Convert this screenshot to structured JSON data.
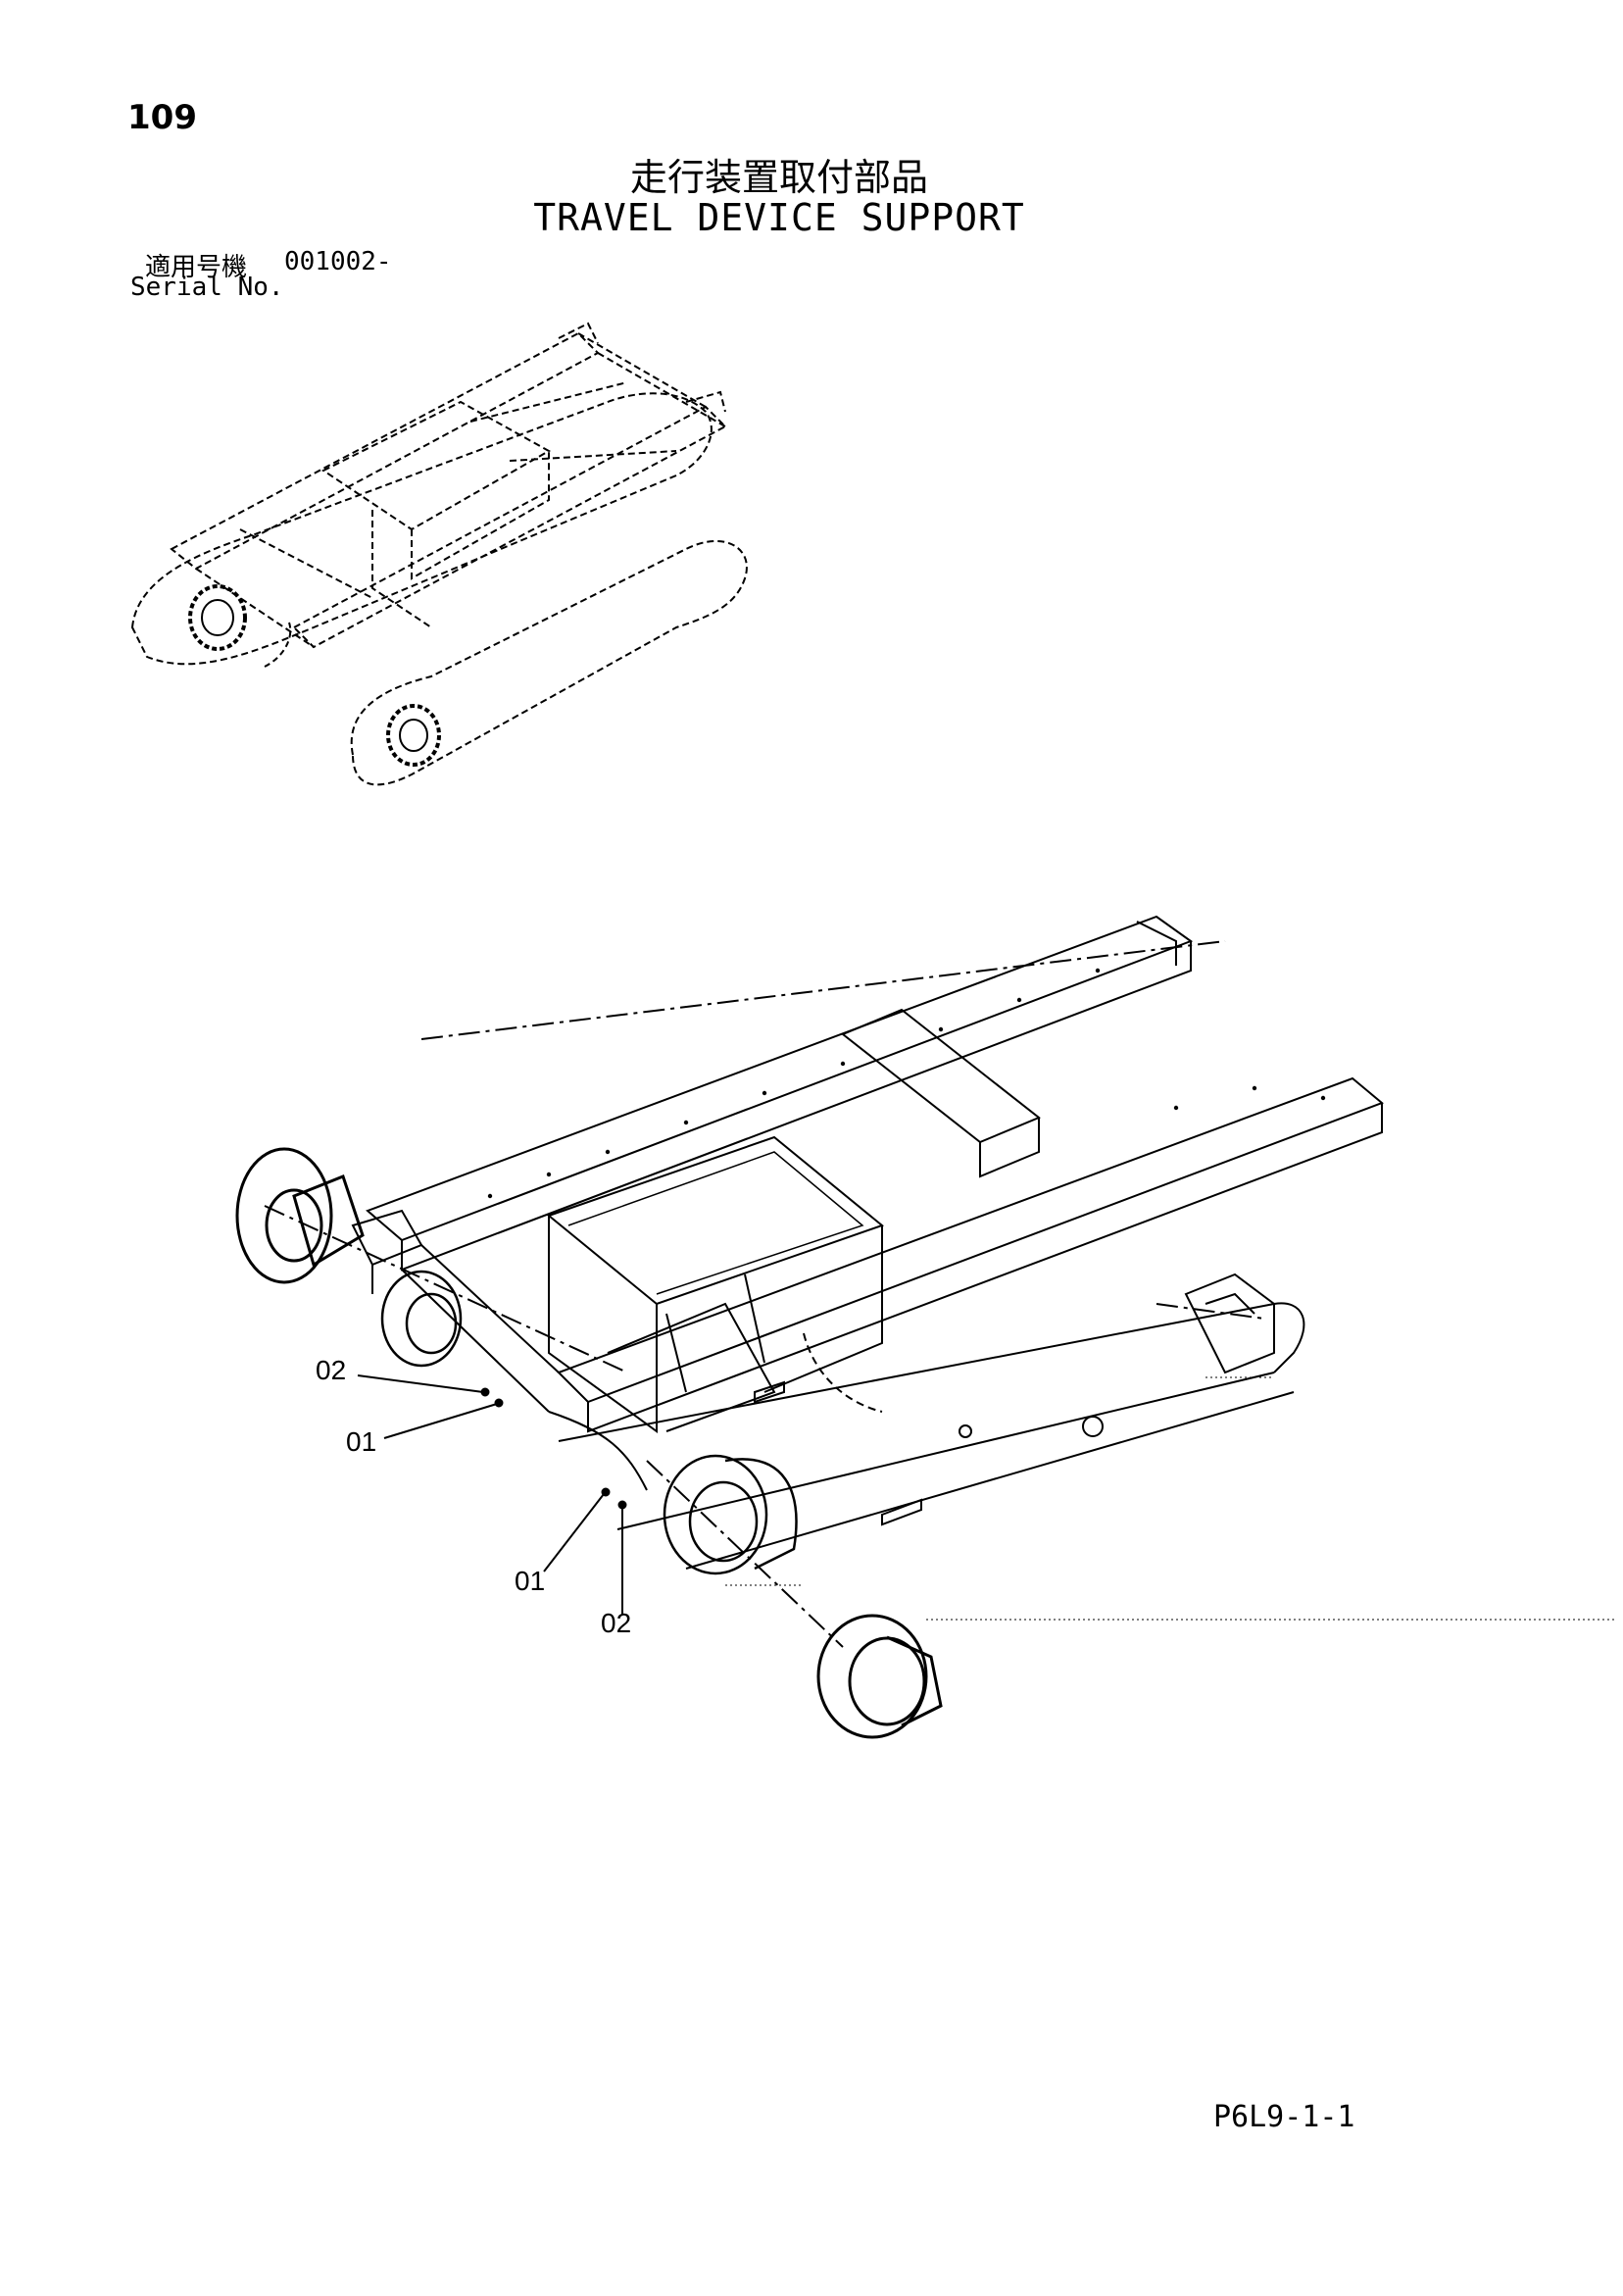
{
  "page": {
    "number": "109",
    "title_jp": "走行装置取付部品",
    "title_en": "TRAVEL DEVICE SUPPORT",
    "serial_label_jp": "適用号機",
    "serial_value": "001002-",
    "serial_label_en": "Serial No.",
    "footer_code": "P6L9-1-1"
  },
  "callouts": [
    {
      "id": "upper-02",
      "label": "02"
    },
    {
      "id": "upper-01",
      "label": "01"
    },
    {
      "id": "lower-01",
      "label": "01"
    },
    {
      "id": "lower-02",
      "label": "02"
    }
  ]
}
